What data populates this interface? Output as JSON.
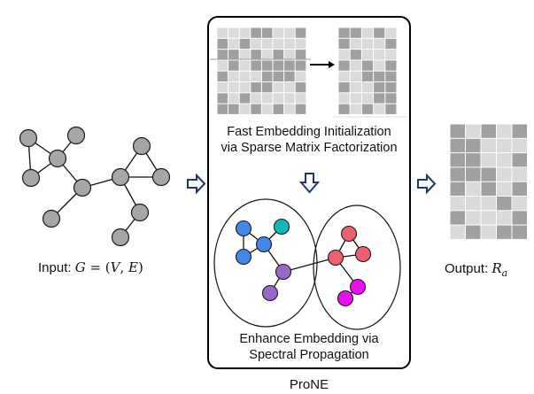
{
  "input": {
    "label_prefix": "Input: ",
    "math": {
      "G": "G",
      "eq": " = ",
      "open": "(",
      "V": "V",
      "comma": ", ",
      "E": "E",
      "close": ")"
    },
    "graph": {
      "node_color": "#A6A6A6",
      "nodes": [
        "n1",
        "n2",
        "n3",
        "n4",
        "n5",
        "n6",
        "n7",
        "n8",
        "n9",
        "n10",
        "n11"
      ],
      "edges": [
        [
          "n1",
          "n3"
        ],
        [
          "n1",
          "n4"
        ],
        [
          "n4",
          "n3"
        ],
        [
          "n2",
          "n3"
        ],
        [
          "n3",
          "n5"
        ],
        [
          "n5",
          "n6"
        ],
        [
          "n5",
          "n7"
        ],
        [
          "n7",
          "n8"
        ],
        [
          "n8",
          "n9"
        ],
        [
          "n7",
          "n9"
        ],
        [
          "n7",
          "n10"
        ],
        [
          "n10",
          "n11"
        ]
      ]
    }
  },
  "prone": {
    "title": "ProNE",
    "stage1": {
      "line1": "Fast Embedding Initialization",
      "line2": "via Sparse Matrix Factorization",
      "matrix_left": [
        "LLLDDLLD",
        "DLDLLLLL",
        "DDLDLDLD",
        "LDLDDDDD",
        "DLLLDDDL",
        "LLLDDLLD",
        "DLDLLLLL",
        "DDLDLDLD"
      ],
      "matrix_right": [
        "DDLDL",
        "DLLLD",
        "LDLLL",
        "DLDLD",
        "LLDDD",
        "DLLDD",
        "LLLDD",
        "DLDLD"
      ]
    },
    "stage2": {
      "line1": "Enhance Embedding via",
      "line2": "Spectral Propagation",
      "colors": {
        "blue": "#3F87E8",
        "teal": "#12B8B8",
        "purple": "#9966CC",
        "red": "#EE5F72",
        "magenta": "#F00CF0"
      },
      "nodes": [
        {
          "id": "b1",
          "color": "blue"
        },
        {
          "id": "t1",
          "color": "teal"
        },
        {
          "id": "b2",
          "color": "blue"
        },
        {
          "id": "b3",
          "color": "blue"
        },
        {
          "id": "p1",
          "color": "purple"
        },
        {
          "id": "p2",
          "color": "purple"
        },
        {
          "id": "r1",
          "color": "red"
        },
        {
          "id": "r2",
          "color": "red"
        },
        {
          "id": "r3",
          "color": "red"
        },
        {
          "id": "m1",
          "color": "magenta"
        },
        {
          "id": "m2",
          "color": "magenta"
        }
      ],
      "edges": [
        [
          "b1",
          "b3"
        ],
        [
          "b1",
          "b2"
        ],
        [
          "b3",
          "b2"
        ],
        [
          "t1",
          "b2"
        ],
        [
          "b2",
          "p1"
        ],
        [
          "p1",
          "p2"
        ],
        [
          "p1",
          "r2"
        ],
        [
          "r1",
          "r2"
        ],
        [
          "r1",
          "r3"
        ],
        [
          "r2",
          "r3"
        ],
        [
          "r2",
          "m1"
        ],
        [
          "m1",
          "m2"
        ]
      ]
    }
  },
  "output": {
    "label_prefix": "Output: ",
    "math": {
      "R": "R",
      "sub": "a"
    },
    "matrix": [
      "DLDLD",
      "DDLLL",
      "DDLLD",
      "DDDLL",
      "DLDLD",
      "LLLDL",
      "DLLLD",
      "LDLDD"
    ]
  },
  "colors": {
    "cell_light": "#DADADA",
    "cell_dark": "#A0A0A0",
    "flow_arrow": "#1F3864",
    "node_stroke": "#1A1A1A"
  }
}
